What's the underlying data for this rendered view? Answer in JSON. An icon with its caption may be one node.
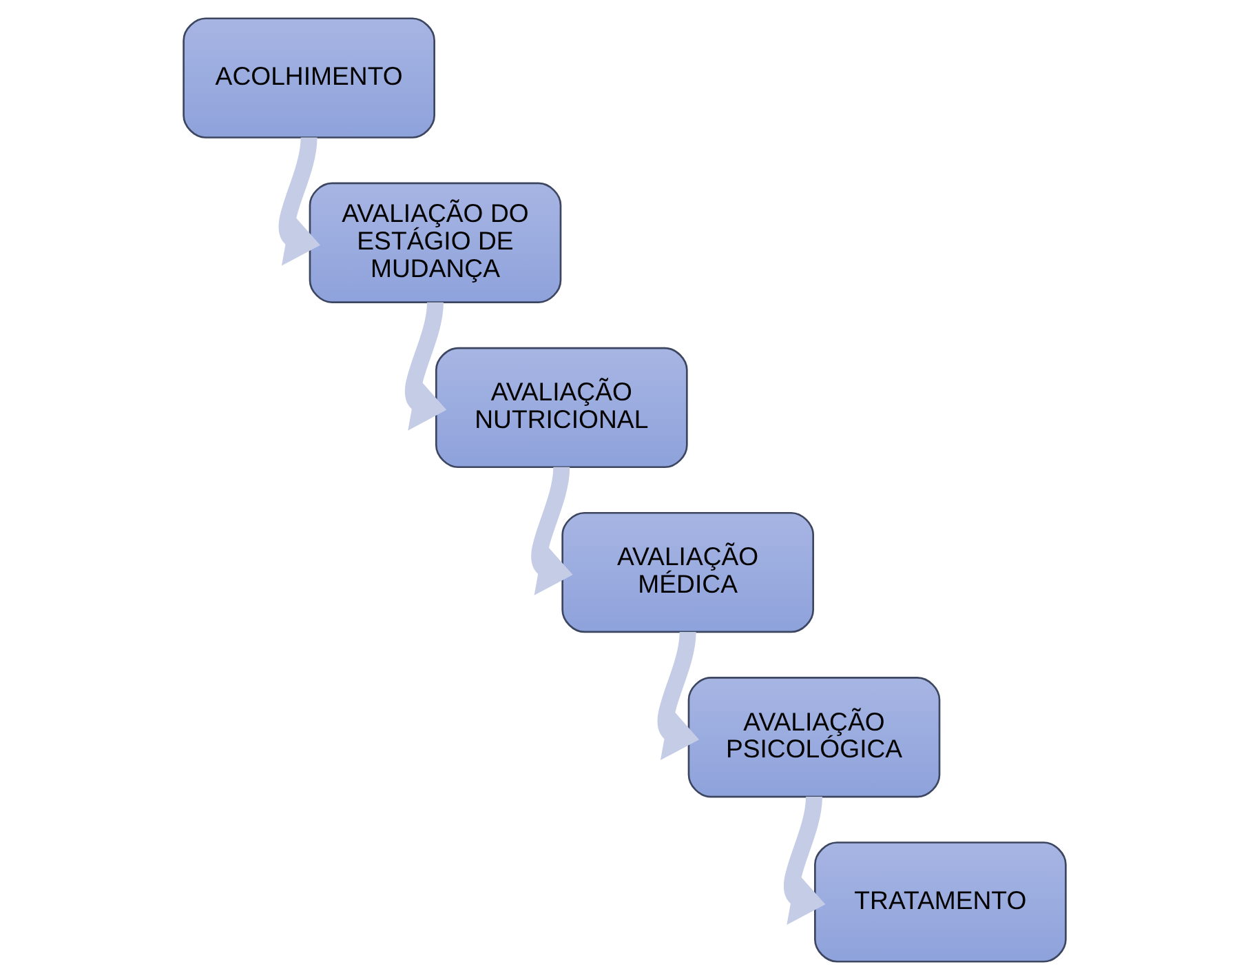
{
  "diagram": {
    "nodes": [
      {
        "text": [
          "ACOLHIMENTO"
        ]
      },
      {
        "text": [
          "AVALIAÇÃO DO ESTÁGIO DE MUDANÇA"
        ]
      },
      {
        "text": [
          "AVALIAÇÃO NUTRICIONAL"
        ]
      },
      {
        "text": [
          "AVALIAÇÃO MÉDICA"
        ]
      },
      {
        "text": [
          "AVALIAÇÃO PSICOLÓGICA"
        ]
      },
      {
        "text": [
          "TRATAMENTO"
        ]
      }
    ],
    "edges": [
      {
        "from": 0,
        "to": 1,
        "arrow": "to"
      },
      {
        "from": 1,
        "to": 2,
        "arrow": "to"
      },
      {
        "from": 2,
        "to": 3,
        "arrow": "to"
      },
      {
        "from": 3,
        "to": 4,
        "arrow": "to"
      },
      {
        "from": 4,
        "to": 5,
        "arrow": "to"
      }
    ]
  }
}
